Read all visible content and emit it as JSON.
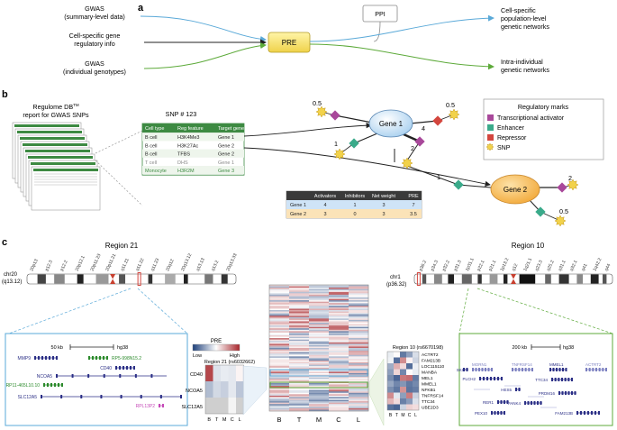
{
  "panel_a": {
    "letter": "a",
    "in1_line1": "GWAS",
    "in1_line2": "(summary-level data)",
    "in2_line1": "Cell-specific gene",
    "in2_line2": "regulatory info",
    "in3_line1": "GWAS",
    "in3_line2": "(individual genotypes)",
    "ppi": "PPI",
    "pre": "PRE",
    "out1_line1": "Cell-specific",
    "out1_line2": "population-level",
    "out1_line3": "genetic networks",
    "out2_line1": "Intra-individual",
    "out2_line2": "genetic networks"
  },
  "panel_b": {
    "letter": "b",
    "regulome_line1": "Regulome DB",
    "regulome_tm": "TM",
    "regulome_line2": "report for GWAS SNPs",
    "snp_title": "SNP # 123",
    "snp_table": {
      "headers": [
        "Cell type",
        "Reg feature",
        "Target gene"
      ],
      "rows": [
        [
          "B cell",
          "H3K4Me3",
          "Gene 1"
        ],
        [
          "B cell",
          "H3K27Ac",
          "Gene 2"
        ],
        [
          "B cell",
          "TFBS",
          "Gene 2"
        ],
        [
          "T cell",
          "DHS",
          "Gene 1"
        ],
        [
          "Monocyte",
          "H3R2M",
          "Gene 3"
        ]
      ]
    },
    "gene1": "Gene 1",
    "gene2": "Gene 2",
    "weights": {
      "w1a": "0.5",
      "w1b": "0.5",
      "w1c": "1",
      "w1d": "4",
      "w1e": "2",
      "w12": "1",
      "w2a": "2",
      "w2b": "0.5"
    },
    "legend": {
      "title": "Regulatory marks",
      "items": [
        "Transcriptional activator",
        "Enhancer",
        "Repressor",
        "SNP"
      ]
    },
    "score_table": {
      "headers": [
        "",
        "Activators",
        "Inhibitors",
        "Net weight",
        "PRE"
      ],
      "rows": [
        [
          "Gene 1",
          "4",
          "1",
          "3",
          "7"
        ],
        [
          "Gene 2",
          "3",
          "0",
          "3",
          "3.5"
        ]
      ]
    }
  },
  "panel_c": {
    "letter": "c",
    "region21_title": "Region 21",
    "region10_title": "Region 10",
    "chr20_line1": "chr20",
    "chr20_line2": "(q13.12)",
    "chr1_line1": "chr1",
    "chr1_line2": "(p36.32)",
    "chr20_bands": [
      "20p13",
      "p12.3",
      "p12.2",
      "20p12.1",
      "20p11.23",
      "20p11.21",
      "q11.21",
      "q11.22",
      "q11.23",
      "20q12",
      "20q13.12",
      "q13.13",
      "q13.2",
      "20q13.33"
    ],
    "chr1_bands": [
      "p36.2",
      "p34.3",
      "p32.2",
      "p31.3",
      "1p31.1",
      "p22.1",
      "p21.1",
      "1p13.2",
      "q12",
      "1q21.1",
      "q23.3",
      "q25.2",
      "q31.1",
      "q32.1",
      "q41",
      "1q42.2",
      "q44"
    ],
    "left_scale": "50 kb",
    "left_build": "hg38",
    "right_scale": "200 kb",
    "right_build": "hg38",
    "left_genes": [
      "MMP9",
      "RP5-998N15.2",
      "CD40",
      "NCOA5",
      "RP11-465L10.10",
      "SLC12A5",
      "RPL13P2"
    ],
    "right_genes": [
      "SKI",
      "MORN1",
      "TNFRSF14",
      "MMEL1",
      "ACTRT2",
      "PLCH2",
      "TTC34",
      "RER1",
      "HES5",
      "PANK4",
      "PEX10",
      "PRDM16",
      "FAM213B"
    ],
    "pre_label": "PRE",
    "pre_low": "Low",
    "pre_high": "High",
    "hm_left_title": "Region 21 (rs6032662)",
    "hm_left_genes": [
      "CD40",
      "NCOA5",
      "SLC12A5"
    ],
    "hm_right_title": "Region 10 (rs6670198)",
    "hm_right_genes": [
      "ACTRT2",
      "FAM213B",
      "LOC115110",
      "MANBA",
      "MEL1",
      "MMEL1",
      "NFKB1",
      "TNFRSF14",
      "TTC34",
      "UBE2D3"
    ],
    "cell_types": [
      "B",
      "T",
      "M",
      "C",
      "L"
    ]
  },
  "colors": {
    "pre_box": "#f4e36a",
    "gene1": "#cfe4f7",
    "gene2": "#f6c46a",
    "activator": "#a8489a",
    "enhancer": "#3aaa8a",
    "repressor": "#d3463e",
    "snp": "#f2d24a",
    "table_green": "#3d8a42",
    "blue_arrow": "#5aa9d8",
    "green_arrow": "#5daa3a",
    "heat_red": "#a8262b",
    "heat_blue": "#1d3f7a"
  }
}
